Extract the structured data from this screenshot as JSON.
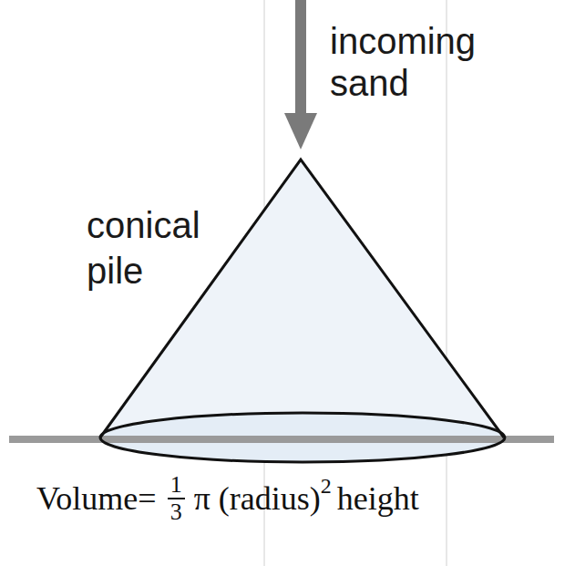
{
  "diagram": {
    "labels": [
      "incoming sand",
      "conical pile",
      "Volume=",
      "1",
      "3",
      "π (radius)",
      "2",
      "height"
    ]
  }
}
